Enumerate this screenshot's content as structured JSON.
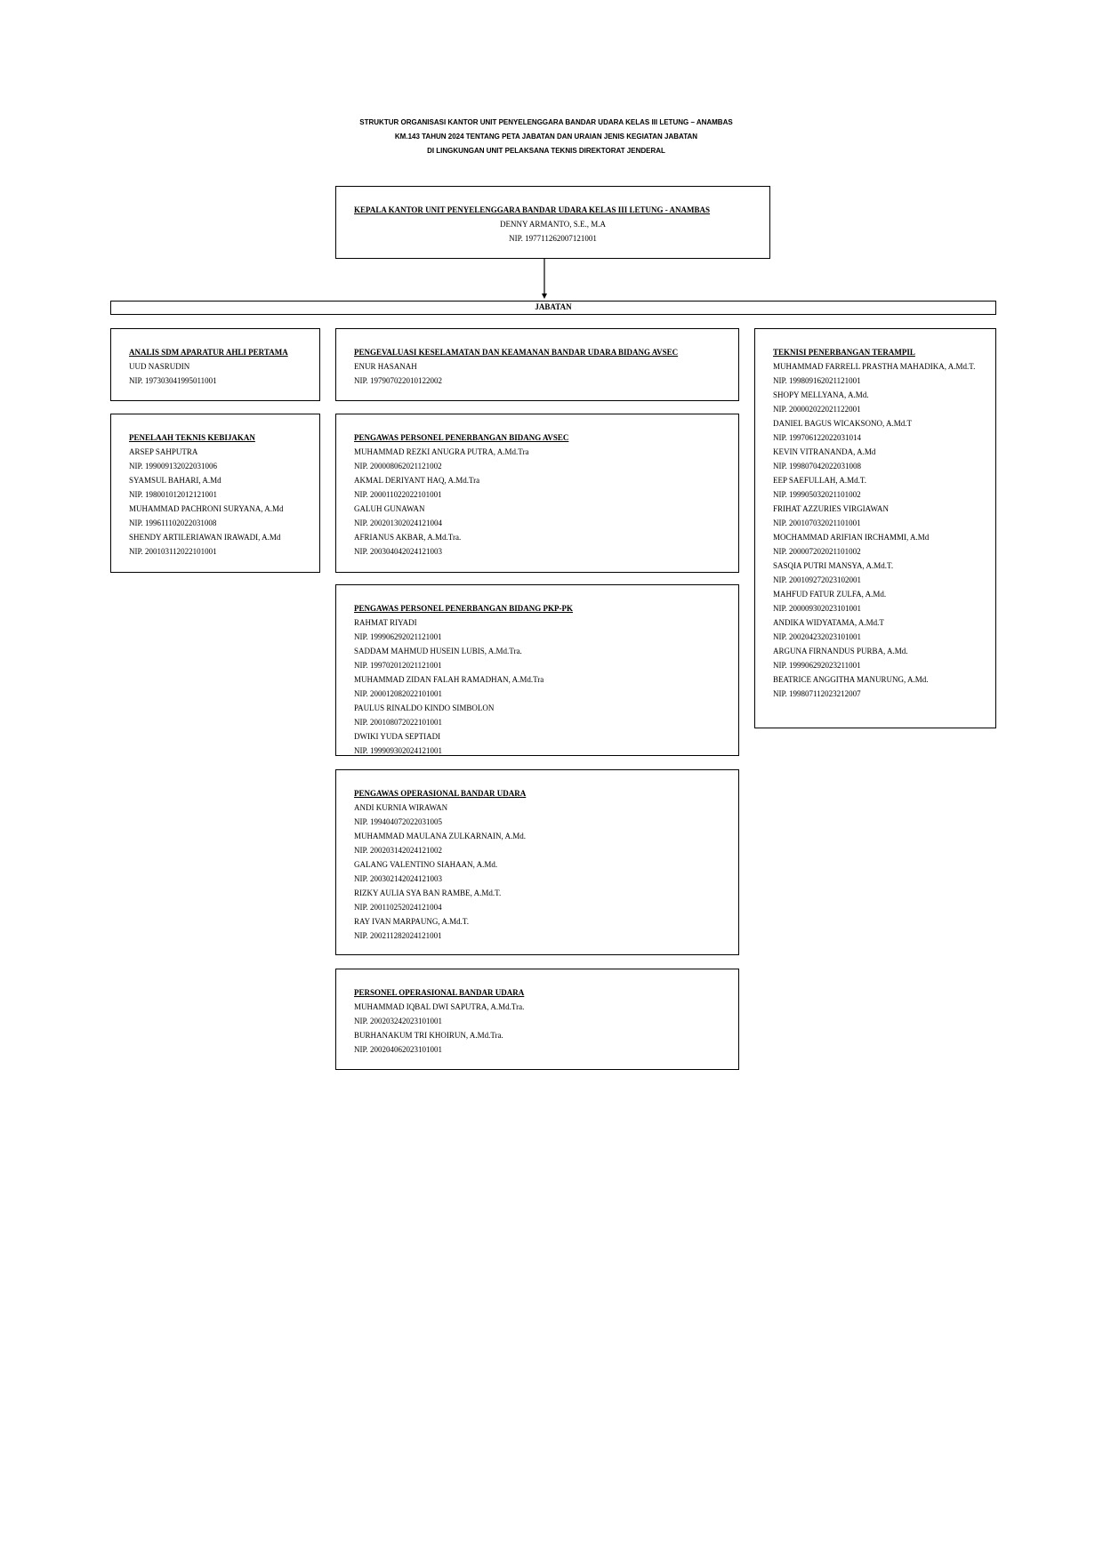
{
  "title_lines": [
    "STRUKTUR ORGANISASI KANTOR UNIT PENYELENGGARA BANDAR UDARA KELAS III LETUNG – ANAMBAS",
    "KM.143 TAHUN 2024 TENTANG PETA JABATAN DAN URAIAN JENIS KEGIATAN JABATAN",
    "DI LINGKUNGAN UNIT PELAKSANA TEKNIS DIREKTORAT JENDERAL"
  ],
  "head": {
    "title": "KEPALA KANTOR UNIT PENYELENGGARA BANDAR UDARA KELAS III LETUNG - ANAMBAS",
    "name": "DENNY ARMANTO, S.E., M.A",
    "nip": "NIP. 197711262007121001"
  },
  "jabatan_label": "JABATAN",
  "boxes": {
    "analis": {
      "title": "ANALIS SDM APARATUR AHLI PERTAMA",
      "lines": [
        "UUD NASRUDIN",
        "NIP. 197303041995011001"
      ]
    },
    "penelaah": {
      "title": "PENELAAH TEKNIS KEBIJAKAN",
      "lines": [
        "ARSEP SAHPUTRA",
        "NIP. 199009132022031006",
        "SYAMSUL BAHARI, A.Md",
        "NIP. 198001012012121001",
        "MUHAMMAD PACHRONI SURYANA, A.Md",
        "NIP. 199611102022031008",
        "SHENDY ARTILERIAWAN IRAWADI, A.Md",
        "NIP. 200103112022101001"
      ]
    },
    "pengevaluasi": {
      "title": "PENGEVALUASI KESELAMATAN DAN KEAMANAN BANDAR UDARA BIDANG AVSEC",
      "lines": [
        "ENUR HASANAH",
        "NIP. 197907022010122002"
      ]
    },
    "pengawas_avsec": {
      "title": "PENGAWAS PERSONEL PENERBANGAN BIDANG AVSEC",
      "lines": [
        "MUHAMMAD REZKI ANUGRA PUTRA, A.Md.Tra",
        "NIP. 200008062021121002",
        "AKMAL DERIYANT HAQ, A.Md.Tra",
        "NIP. 200011022022101001",
        "GALUH GUNAWAN",
        "NIP. 200201302024121004",
        "AFRIANUS AKBAR, A.Md.Tra.",
        "NIP. 200304042024121003"
      ]
    },
    "pengawas_pkppk": {
      "title": "PENGAWAS PERSONEL PENERBANGAN BIDANG PKP-PK",
      "lines": [
        "RAHMAT RIYADI",
        "NIP. 199906292021121001",
        "SADDAM MAHMUD HUSEIN LUBIS, A.Md.Tra.",
        "NIP. 199702012021121001",
        "MUHAMMAD ZIDAN FALAH RAMADHAN, A.Md.Tra",
        "NIP. 200012082022101001",
        "PAULUS RINALDO KINDO SIMBOLON",
        "NIP. 200108072022101001",
        "DWIKI YUDA SEPTIADI",
        "NIP. 199909302024121001"
      ]
    },
    "pengawas_ops": {
      "title": "PENGAWAS OPERASIONAL BANDAR UDARA",
      "lines": [
        "ANDI KURNIA WIRAWAN",
        "NIP. 199404072022031005",
        "MUHAMMAD MAULANA ZULKARNAIN, A.Md.",
        "NIP. 200203142024121002",
        "GALANG VALENTINO SIAHAAN, A.Md.",
        "NIP. 200302142024121003",
        "RIZKY AULIA SYA BAN RAMBE, A.Md.T.",
        "NIP. 200110252024121004",
        "RAY IVAN MARPAUNG, A.Md.T.",
        "NIP. 200211282024121001"
      ]
    },
    "personel_ops": {
      "title": "PERSONEL OPERASIONAL BANDAR UDARA",
      "lines": [
        "MUHAMMAD IQBAL DWI SAPUTRA, A.Md.Tra.",
        "NIP. 200203242023101001",
        "BURHANAKUM TRI KHOIRUN, A.Md.Tra.",
        "NIP. 200204062023101001"
      ]
    },
    "teknisi": {
      "title": "TEKNISI PENERBANGAN TERAMPIL",
      "lines": [
        "MUHAMMAD FARRELL PRASTHA MAHADIKA, A.Md.T.",
        "NIP. 199809162021121001",
        "SHOPY MELLYANA, A.Md.",
        "NIP. 200002022021122001",
        "DANIEL BAGUS WICAKSONO, A.Md.T",
        "NIP. 199706122022031014",
        "KEVIN VITRANANDA, A.Md",
        "NIP. 199807042022031008",
        "EEP SAEFULLAH, A.Md.T.",
        "NIP. 199905032021101002",
        "FRIHAT AZZURIES VIRGIAWAN",
        "NIP. 200107032021101001",
        "MOCHAMMAD ARIFIAN IRCHAMMI, A.Md",
        "NIP. 200007202021101002",
        "SASQIA PUTRI MANSYA, A.Md.T.",
        "NIP. 200109272023102001",
        "MAHFUD FATUR ZULFA, A.Md.",
        "NIP. 200009302023101001",
        "ANDIKA WIDYATAMA, A.Md.T",
        "NIP. 200204232023101001",
        "ARGUNA FIRNANDUS PURBA, A.Md.",
        "NIP. 199906292023211001",
        "BEATRICE ANGGITHA MANURUNG, A.Md.",
        "NIP. 199807112023212007"
      ]
    }
  }
}
